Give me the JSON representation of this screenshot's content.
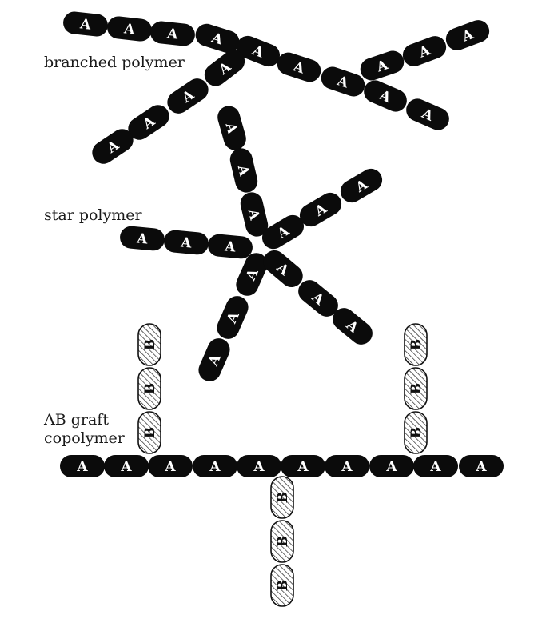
{
  "labels": {
    "branched": "branched polymer",
    "star": "star polymer",
    "graft_line1": "AB graft",
    "graft_line2": "copolymer"
  },
  "units": {
    "a": "A",
    "b": "B"
  },
  "colors": {
    "a_unit": "#0b0b0b",
    "a_text": "#ffffff",
    "b_hatch": "#111111",
    "background": "#ffffff"
  }
}
